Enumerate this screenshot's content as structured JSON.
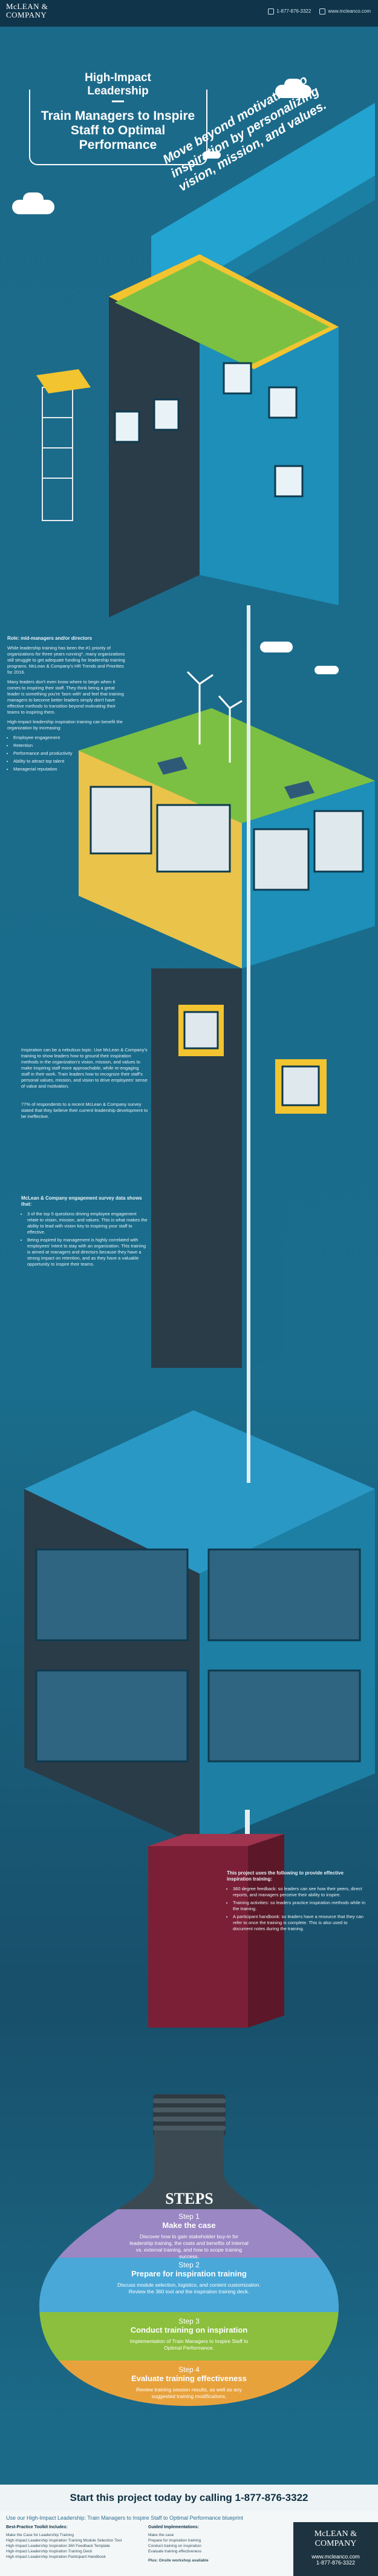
{
  "header": {
    "logo_line1": "McLEAN &",
    "logo_line2": "COMPANY",
    "phone": "1-877-876-3322",
    "website": "www.mcleanco.com"
  },
  "title": {
    "line1": "High-Impact Leadership",
    "line2": "Train Managers to Inspire Staff to Optimal Performance"
  },
  "tagline": "Move beyond motivation to inspiration by personalizing vision, mission, and values.",
  "section1": {
    "heading": "Role: mid-managers and/or directors",
    "p1": "While leadership training has been the #1 priority of organizations for three years running*, many organizations still struggle to get adequate funding for leadership training programs. McLean & Company's HR Trends and Priorities for 2016.",
    "p2": "Many leaders don't even know where to begin when it comes to inspiring their staff. They think being a great leader is something you're 'born with' and feel that training managers to become better leaders simply don't have effective methods to transition beyond motivating their teams to inspiring them.",
    "p3": "High-impact leadership inspiration training can benefit the organization by increasing:",
    "bullets": [
      "Employee engagement",
      "Retention",
      "Performance and productivity",
      "Ability to attract top talent",
      "Managerial reputation"
    ]
  },
  "section2": {
    "p1": "Inspiration can be a nebulous topic. Use McLean & Company's training to show leaders how to ground their inspiration methods in the organization's vision, mission, and values to make inspiring staff more approachable, while re-engaging staff in their work. Train leaders how to recognize their staff's personal values, mission, and vision to drive employees' sense of value and motivation.",
    "p2": "77% of respondents to a recent McLean & Company survey stated that they believe their current leadership development to be ineffective."
  },
  "section3": {
    "heading": "McLean & Company engagement survey data shows that:",
    "b1": "3 of the top 5 questions driving employee engagement relate to vision, mission, and values. This is what makes the ability to lead with vision key to inspiring your staff to effective.",
    "b2": "Being inspired by management is highly correlated with employees' intent to stay with an organization. This training is aimed at managers and directors because they have a strong impact on retention, and as they have a valuable opportunity to inspire their teams."
  },
  "section4": {
    "heading": "This project uses the following to provide effective inspiration training:",
    "bullets": [
      "360 degree feedback: so leaders can see how their peers, direct reports, and managers perceive their ability to inspire.",
      "Training activities: so leaders practice inspiration methods while in the training.",
      "A participant handbook: so leaders have a resource that they can refer to once the training is complete. This is also used to document notes during the training."
    ]
  },
  "steps": {
    "title": "STEPS",
    "items": [
      {
        "num": "Step 1",
        "name": "Make the case",
        "desc": "Discover how to gain stakeholder buy-in for leadership training, the costs and benefits of internal vs. external training, and how to scope training success."
      },
      {
        "num": "Step 2",
        "name": "Prepare for inspiration training",
        "desc": "Discuss module selection, logistics, and content customization. Review the 360 tool and the inspiration training deck."
      },
      {
        "num": "Step 3",
        "name": "Conduct training on inspiration",
        "desc": "Implementation of Train Managers to Inspire Staff to Optimal Performance."
      },
      {
        "num": "Step 4",
        "name": "Evaluate training effectiveness",
        "desc": "Review training session results, as well as any suggested training modifications."
      }
    ],
    "colors": [
      "#9b87c4",
      "#4aa8d8",
      "#8bbf3d",
      "#e8a23c"
    ]
  },
  "cta": "Start this project today by calling 1-877-876-3322",
  "footer": {
    "title": "Use our High-Impact Leadership: Train Managers to Inspire Staff to Optimal Performance blueprint",
    "col1_title": "Best-Practice Toolkit Includes:",
    "col1": [
      "Make the Case for Leadership Training",
      "High-Impact Leadership Inspiration Training Module Selection Tool",
      "High-Impact Leadership Inspiration 360 Feedback Template",
      "High-Impact Leadership Inspiration Training Deck",
      "High-Impact Leadership Inspiration Participant Handbook"
    ],
    "col2_title": "Guided Implementations:",
    "col2": [
      "Make the case",
      "Prepare for inspiration training",
      "Conduct training on inspiration",
      "Evaluate training effectiveness"
    ],
    "col2_extra": "Plus: Onsite workshop available",
    "brand1": "McLEAN &",
    "brand2": "COMPANY",
    "brand_web": "www.mcleanco.com",
    "brand_phone": "1-877-876-3322"
  }
}
